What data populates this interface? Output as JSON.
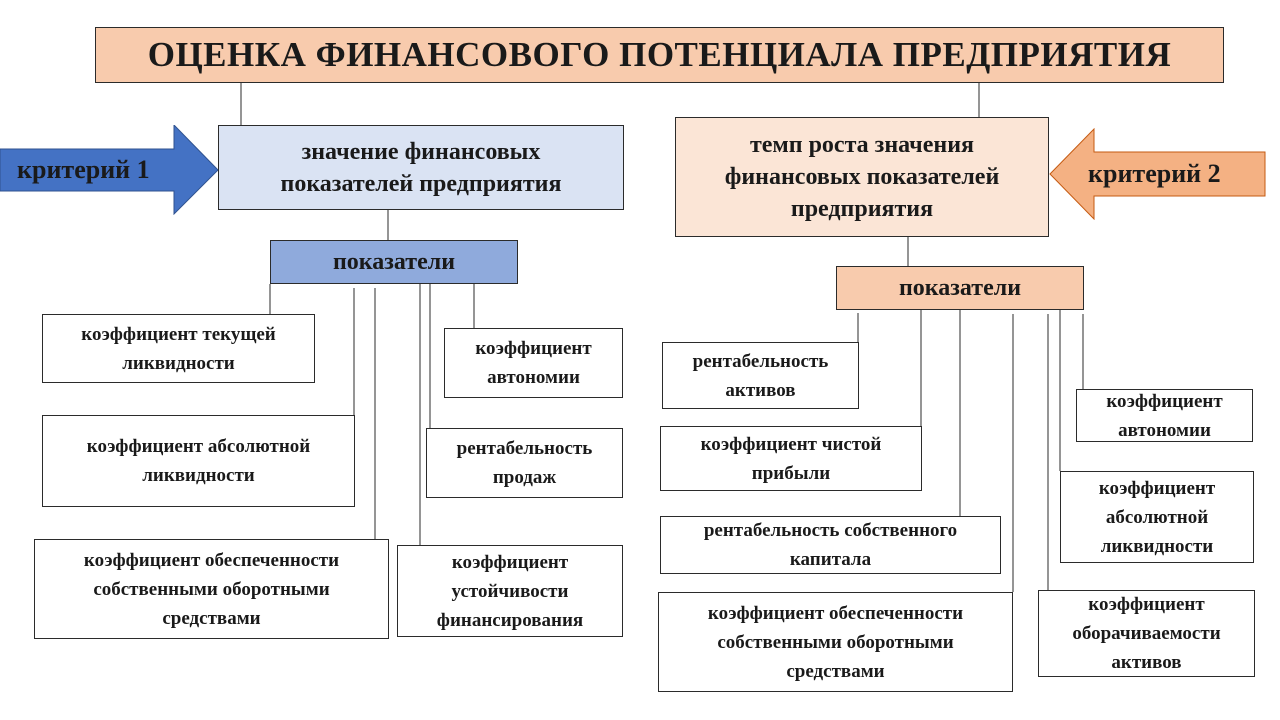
{
  "title": "ОЦЕНКА ФИНАНСОВОГО ПОТЕНЦИАЛА ПРЕДПРИЯТИЯ",
  "left": {
    "arrow_label": "критерий 1",
    "criterion": "значение финансовых\nпоказателей предприятия",
    "indicators_label": "показатели",
    "items": [
      "коэффициент текущей\nликвидности",
      "коэффициент абсолютной\nликвидности",
      "коэффициент обеспеченности\nсобственными оборотными\nсредствами",
      "коэффициент\nавтономии",
      "рентабельность\nпродаж",
      "коэффициент\nустойчивости\nфинансирования"
    ]
  },
  "right": {
    "arrow_label": "критерий 2",
    "criterion": "темп роста значения\nфинансовых показателей\nпредприятия",
    "indicators_label": "показатели",
    "items": [
      "рентабельность\nактивов",
      "коэффициент чистой\nприбыли",
      "рентабельность собственного\nкапитала",
      "коэффициент обеспеченности\nсобственными оборотными\nсредствами",
      "коэффициент\nавтономии",
      "коэффициент\nабсолютной\nликвидности",
      "коэффициент\nоборачиваемости\nактивов"
    ]
  },
  "colors": {
    "title_bg": "#f8cbad",
    "left_criterion_bg": "#dae3f3",
    "left_indicators_bg": "#8faadc",
    "left_arrow": "#4472c4",
    "right_criterion_bg": "#fbe5d6",
    "right_indicators_bg": "#f8cbad",
    "right_arrow": "#f4b183"
  }
}
